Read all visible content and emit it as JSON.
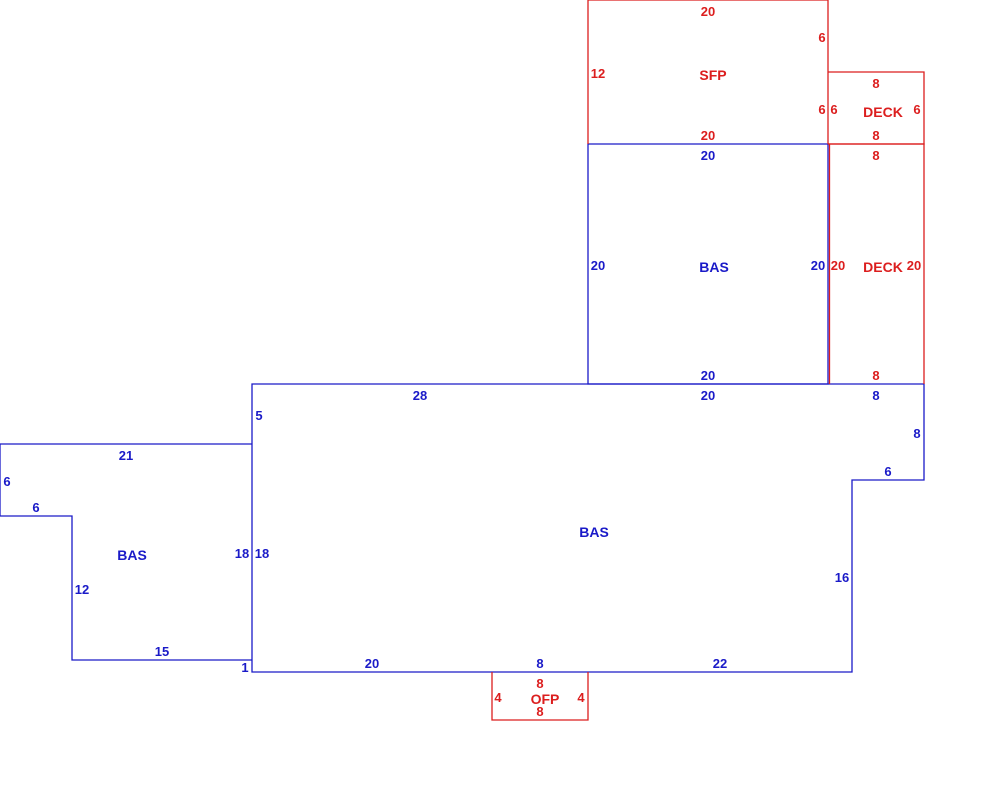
{
  "colors": {
    "living": "#1a1ac8",
    "accessory": "#dc1e1e"
  },
  "areas": {
    "bas_main": "BAS",
    "bas_left": "BAS",
    "bas_upper": "BAS",
    "sfp": "SFP",
    "deck_small": "DECK",
    "deck_large": "DECK",
    "ofp": "OFP"
  },
  "dims": {
    "sfp_top": "20",
    "sfp_left": "12",
    "sfp_right_top": "6",
    "sfp_right_bottom": "6",
    "sfp_bottom": "20",
    "deck_small_top": "8",
    "deck_small_left": "6",
    "deck_small_right": "6",
    "deck_small_bottom": "8",
    "deck_large_top": "8",
    "deck_large_left": "20",
    "deck_large_right": "20",
    "deck_large_bottom": "8",
    "bas_upper_top": "20",
    "bas_upper_left": "20",
    "bas_upper_right": "20",
    "bas_upper_bottom": "20",
    "main_top_left": "28",
    "main_top_mid": "20",
    "main_top_right": "8",
    "main_left_step": "5",
    "main_right_upper": "8",
    "main_notch": "6",
    "main_right_lower": "16",
    "main_left": "18",
    "main_bottom_left": "20",
    "main_bottom_mid": "8",
    "main_bottom_right": "22",
    "main_bottom_step": "1",
    "left_top": "21",
    "left_outer": "6",
    "left_step": "6",
    "left_inner": "12",
    "left_bottom": "15",
    "left_right": "18",
    "ofp_top": "8",
    "ofp_left": "4",
    "ofp_right": "4",
    "ofp_bottom": "8"
  }
}
